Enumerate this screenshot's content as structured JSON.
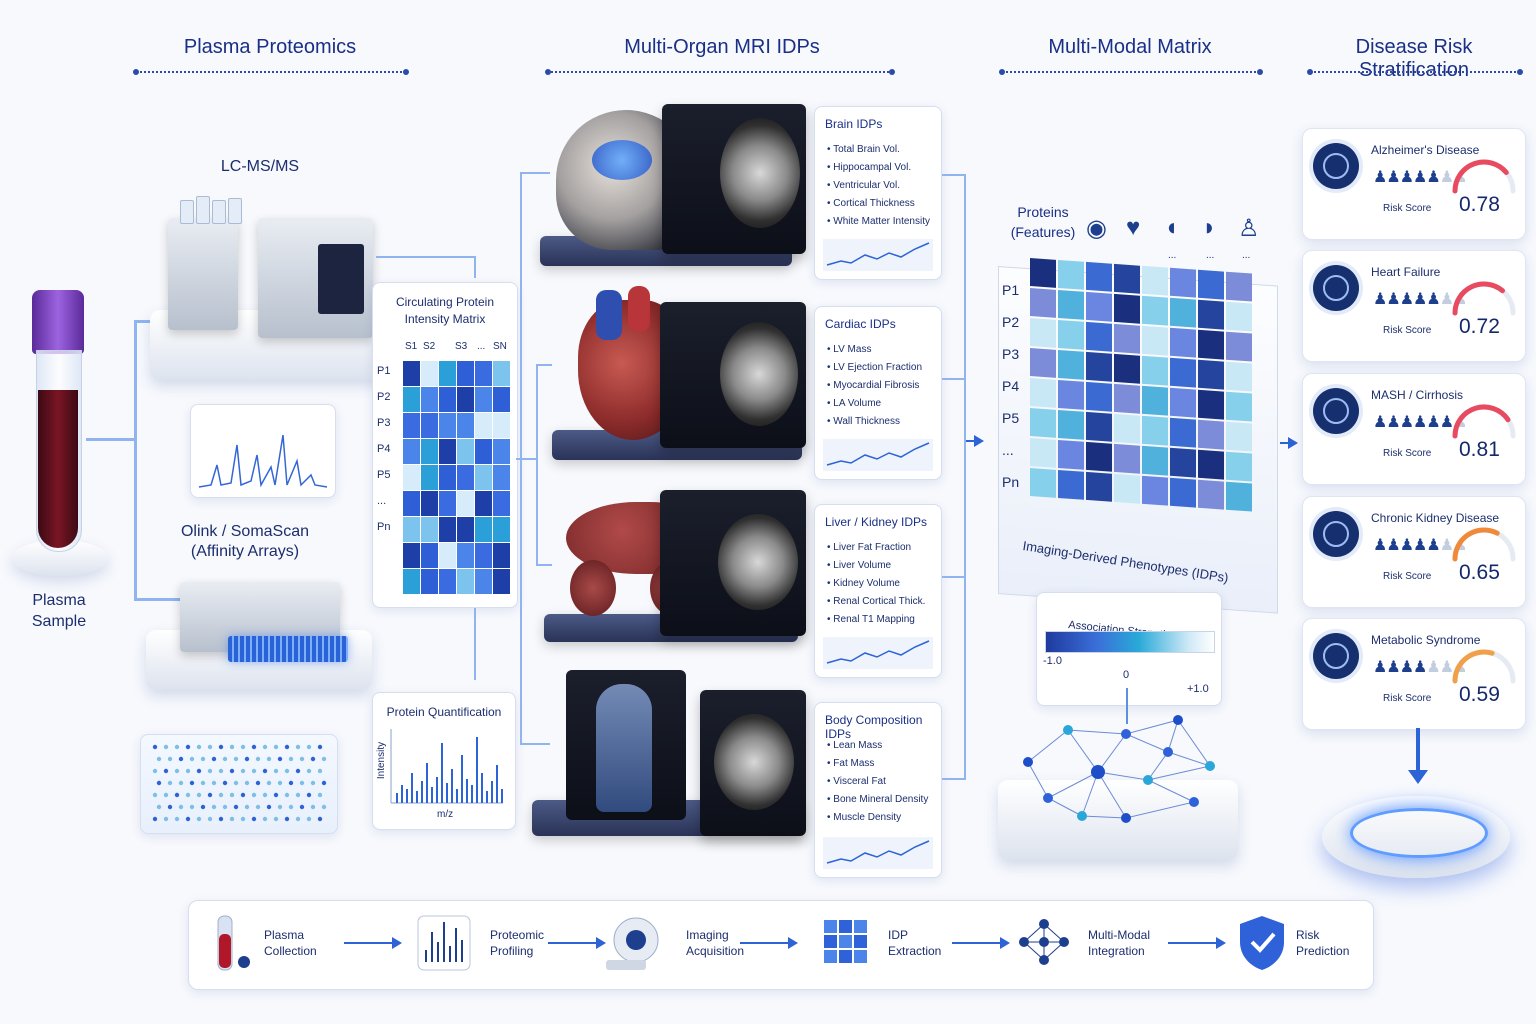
{
  "sections": {
    "proteomics": "Plasma Proteomics",
    "mri": "Multi-Organ MRI IDPs",
    "matrix": "Multi-Modal Matrix",
    "risk": "Disease Risk Stratification"
  },
  "proteomics": {
    "lcms": "LC-MS/MS",
    "olink_line1": "Olink / SomaScan",
    "olink_line2": "(Affinity Arrays)",
    "plasma_line1": "Plasma",
    "plasma_line2": "Sample",
    "intensity_title_line1": "Circulating Protein",
    "intensity_title_line2": "Intensity Matrix",
    "intensity_cols": [
      "S1",
      "S2",
      "S3",
      "...",
      "SN"
    ],
    "intensity_rows": [
      "P1",
      "P2",
      "P3",
      "P4",
      "P5",
      "...",
      "Pn"
    ],
    "quant_title": "Protein Quantification",
    "quant_ylabel": "Intensity",
    "quant_xlabel": "m/z"
  },
  "idp_cards": [
    {
      "title": "Brain IDPs",
      "items": [
        "Total Brain Vol.",
        "Hippocampal Vol.",
        "Ventricular Vol.",
        "Cortical Thickness",
        "White Matter Intensity"
      ]
    },
    {
      "title": "Cardiac IDPs",
      "items": [
        "LV Mass",
        "LV Ejection Fraction",
        "Myocardial Fibrosis",
        "LA Volume",
        "Wall Thickness"
      ]
    },
    {
      "title": "Liver / Kidney IDPs",
      "items": [
        "Liver Fat Fraction",
        "Liver Volume",
        "Kidney Volume",
        "Renal Cortical Thick.",
        "Renal T1 Mapping"
      ]
    },
    {
      "title": "Body Composition IDPs",
      "items": [
        "Lean Mass",
        "Fat Mass",
        "Visceral Fat",
        "Bone Mineral Density",
        "Muscle Density"
      ]
    }
  ],
  "matrix": {
    "proteins_line1": "Proteins",
    "proteins_line2": "(Features)",
    "rows": [
      "P1",
      "P2",
      "P3",
      "P4",
      "P5",
      "...",
      "Pn"
    ],
    "col_ellipsis": [
      "...",
      "...",
      "..."
    ],
    "idp_axis": "Imaging-Derived Phenotypes (IDPs)",
    "assoc_title": "Association Strength (β / r)",
    "assoc_min": "-1.0",
    "assoc_mid": "0",
    "assoc_max": "+1.0"
  },
  "risks": [
    {
      "name": "Alzheimer's Disease",
      "score_label": "Risk Score",
      "value": "0.78",
      "score": 0.78,
      "color": "#e84a5f",
      "icon": "brain-icon"
    },
    {
      "name": "Heart Failure",
      "score_label": "Risk Score",
      "value": "0.72",
      "score": 0.72,
      "color": "#e84a5f",
      "icon": "heart-icon"
    },
    {
      "name": "MASH / Cirrhosis",
      "score_label": "Risk Score",
      "value": "0.81",
      "score": 0.81,
      "color": "#e84a5f",
      "icon": "liver-icon"
    },
    {
      "name": "Chronic Kidney Disease",
      "score_label": "Risk Score",
      "value": "0.65",
      "score": 0.65,
      "color": "#f08a3a",
      "icon": "kidney-icon"
    },
    {
      "name": "Metabolic Syndrome",
      "score_label": "Risk Score",
      "value": "0.59",
      "score": 0.59,
      "color": "#f0a04a",
      "icon": "body-icon"
    }
  ],
  "workflow": [
    {
      "line1": "Plasma",
      "line2": "Collection",
      "icon": "blood-tube-icon"
    },
    {
      "line1": "Proteomic",
      "line2": "Profiling",
      "icon": "spectrum-icon"
    },
    {
      "line1": "Imaging",
      "line2": "Acquisition",
      "icon": "mri-scanner-icon"
    },
    {
      "line1": "IDP",
      "line2": "Extraction",
      "icon": "cube-grid-icon"
    },
    {
      "line1": "Multi-Modal",
      "line2": "Integration",
      "icon": "network-icon"
    },
    {
      "line1": "Risk",
      "line2": "Prediction",
      "icon": "shield-check-icon"
    }
  ]
}
